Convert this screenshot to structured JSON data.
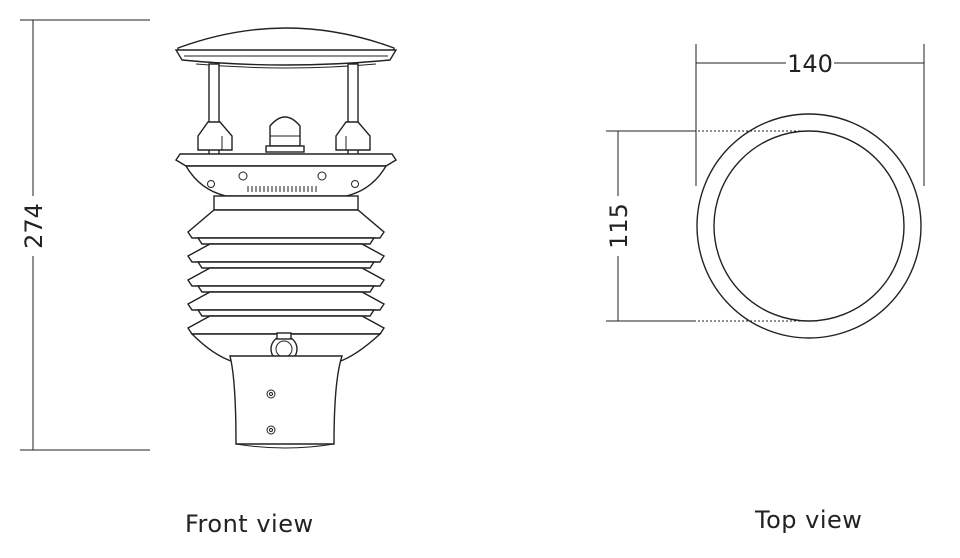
{
  "front_view": {
    "caption": "Front view",
    "height_dimension": "274"
  },
  "top_view": {
    "caption": "Top view",
    "diameter_dimension": "140",
    "inner_dimension": "115"
  }
}
